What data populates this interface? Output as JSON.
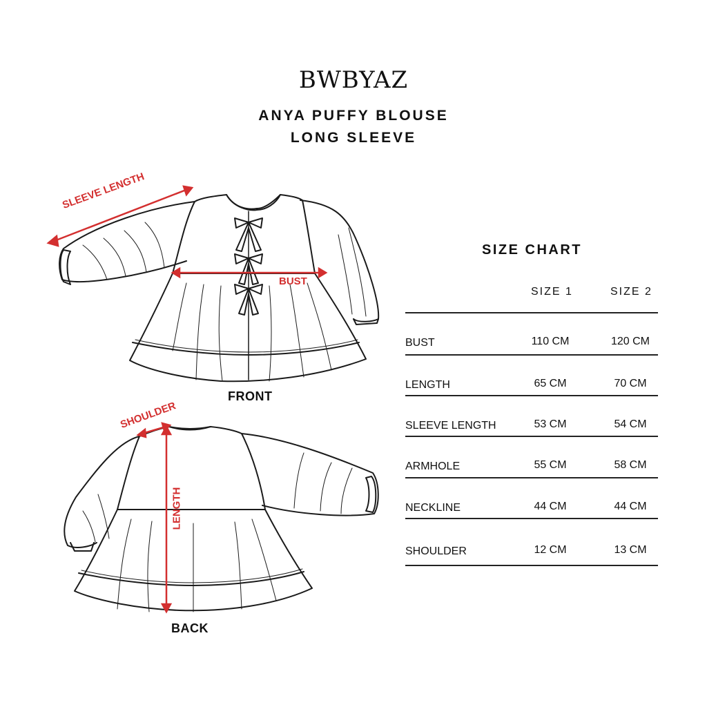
{
  "brand": "BWBYAZ",
  "title_line1": "ANYA PUFFY BLOUSE",
  "title_line2": "LONG SLEEVE",
  "labels": {
    "front": "FRONT",
    "back": "BACK",
    "sleeve_length": "SLEEVE LENGTH",
    "bust": "BUST",
    "shoulder": "SHOULDER",
    "length": "LENGTH"
  },
  "colors": {
    "accent": "#d32f2f",
    "line": "#222222"
  },
  "size_chart": {
    "title": "SIZE CHART",
    "columns": [
      "SIZE 1",
      "SIZE 2"
    ],
    "rows": [
      {
        "name": "BUST",
        "size1": "110 CM",
        "size2": "120 CM"
      },
      {
        "name": "LENGTH",
        "size1": "65 CM",
        "size2": "70 CM"
      },
      {
        "name": "SLEEVE LENGTH",
        "size1": "53 CM",
        "size2": "54 CM"
      },
      {
        "name": "ARMHOLE",
        "size1": "55 CM",
        "size2": "58 CM"
      },
      {
        "name": "NECKLINE",
        "size1": "44 CM",
        "size2": "44 CM"
      },
      {
        "name": "SHOULDER",
        "size1": "12 CM",
        "size2": "13 CM"
      }
    ]
  }
}
